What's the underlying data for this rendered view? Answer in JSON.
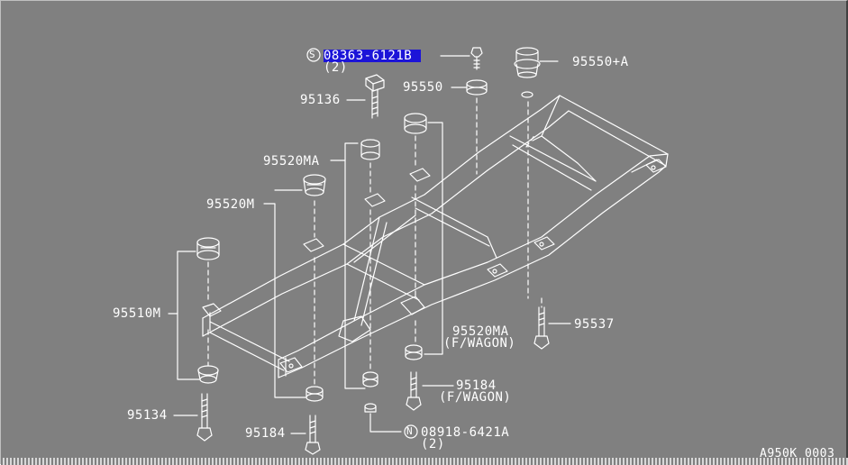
{
  "diagram": {
    "drawing_code": "A950K 0003",
    "parts": [
      {
        "key": "bolt_08363",
        "prefix": "S",
        "number": "08363-6121B",
        "qty": "(2)",
        "selected": true
      },
      {
        "key": "p95550a",
        "number": "95550+A"
      },
      {
        "key": "p95550",
        "number": "95550"
      },
      {
        "key": "p95136",
        "number": "95136"
      },
      {
        "key": "p95520ma_top",
        "number": "95520MA"
      },
      {
        "key": "p95520m",
        "number": "95520M"
      },
      {
        "key": "p95510m",
        "number": "95510M"
      },
      {
        "key": "p95537",
        "number": "95537"
      },
      {
        "key": "p95520ma_fw",
        "number": "95520MA",
        "note": "(F/WAGON)"
      },
      {
        "key": "p95184_fw",
        "number": "95184",
        "note": "(F/WAGON)"
      },
      {
        "key": "p95134",
        "number": "95134"
      },
      {
        "key": "p95184",
        "number": "95184"
      },
      {
        "key": "nut_08918",
        "prefix": "N",
        "number": "08918-6421A",
        "qty": "(2)"
      }
    ]
  },
  "colors": {
    "background": "#808080",
    "line": "#ffffff",
    "selection": "#1c14d8"
  }
}
